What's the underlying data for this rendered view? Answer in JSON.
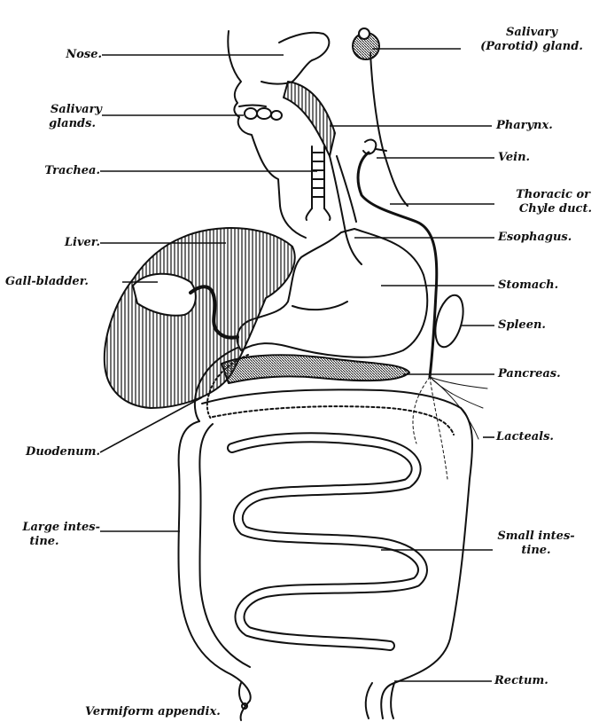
{
  "labels": {
    "nose": "Nose.",
    "salivary_parotid_line1": "Salivary",
    "salivary_parotid_line2": "(Parotid) gland.",
    "salivary_glands_line1": "Salivary",
    "salivary_glands_line2": "glands.",
    "pharynx": "Pharynx.",
    "trachea": "Trachea.",
    "vein": "Vein.",
    "thoracic_line1": "Thoracic or",
    "thoracic_line2": "Chyle duct.",
    "liver": "Liver.",
    "esophagus": "Esophagus.",
    "gall_bladder": "Gall-bladder.",
    "stomach": "Stomach.",
    "spleen": "Spleen.",
    "pancreas": "Pancreas.",
    "duodenum": "Duodenum.",
    "lacteals": "Lacteals.",
    "small_intestine_line1": "Small intes-",
    "small_intestine_line2": "tine.",
    "large_intestine_line1": "Large intes-",
    "large_intestine_line2": "tine.",
    "rectum": "Rectum.",
    "vermiform_appendix": "Vermiform appendix."
  },
  "colors": {
    "ink": "#111111",
    "paper": "#ffffff"
  }
}
